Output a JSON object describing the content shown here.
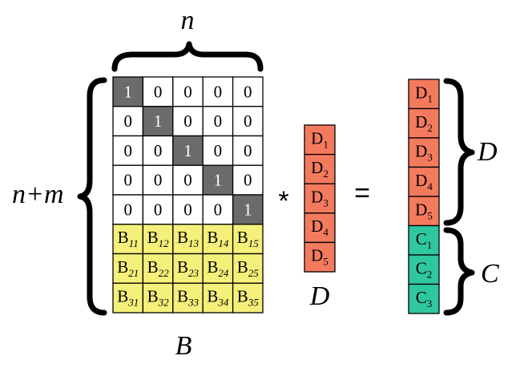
{
  "labels": {
    "n_top": "n",
    "n_plus_m": "n+m",
    "B_bottom": "B",
    "D_under_vector": "D",
    "D_right": "D",
    "C_right": "C",
    "multiply": "*",
    "equals": "="
  },
  "matrix": {
    "identity_rows": [
      [
        "1",
        "0",
        "0",
        "0",
        "0"
      ],
      [
        "0",
        "1",
        "0",
        "0",
        "0"
      ],
      [
        "0",
        "0",
        "1",
        "0",
        "0"
      ],
      [
        "0",
        "0",
        "0",
        "1",
        "0"
      ],
      [
        "0",
        "0",
        "0",
        "0",
        "1"
      ]
    ],
    "b_rows": [
      [
        {
          "base": "B",
          "sub": "11"
        },
        {
          "base": "B",
          "sub": "12"
        },
        {
          "base": "B",
          "sub": "13"
        },
        {
          "base": "B",
          "sub": "14"
        },
        {
          "base": "B",
          "sub": "15"
        }
      ],
      [
        {
          "base": "B",
          "sub": "21"
        },
        {
          "base": "B",
          "sub": "22"
        },
        {
          "base": "B",
          "sub": "23"
        },
        {
          "base": "B",
          "sub": "24"
        },
        {
          "base": "B",
          "sub": "25"
        }
      ],
      [
        {
          "base": "B",
          "sub": "31"
        },
        {
          "base": "B",
          "sub": "32"
        },
        {
          "base": "B",
          "sub": "33"
        },
        {
          "base": "B",
          "sub": "34"
        },
        {
          "base": "B",
          "sub": "35"
        }
      ]
    ]
  },
  "vector_D": [
    {
      "base": "D",
      "sub": "1"
    },
    {
      "base": "D",
      "sub": "2"
    },
    {
      "base": "D",
      "sub": "3"
    },
    {
      "base": "D",
      "sub": "4"
    },
    {
      "base": "D",
      "sub": "5"
    }
  ],
  "result": {
    "d_part": [
      {
        "base": "D",
        "sub": "1"
      },
      {
        "base": "D",
        "sub": "2"
      },
      {
        "base": "D",
        "sub": "3"
      },
      {
        "base": "D",
        "sub": "4"
      },
      {
        "base": "D",
        "sub": "5"
      }
    ],
    "c_part": [
      {
        "base": "C",
        "sub": "1"
      },
      {
        "base": "C",
        "sub": "2"
      },
      {
        "base": "C",
        "sub": "3"
      }
    ]
  },
  "colors": {
    "diagonal": "#6b6b6b",
    "zero_cell": "#ffffff",
    "b_cell": "#f4f07a",
    "d_cell": "#f47a5e",
    "c_cell": "#2fc7a0",
    "grid_line": "#000000"
  }
}
